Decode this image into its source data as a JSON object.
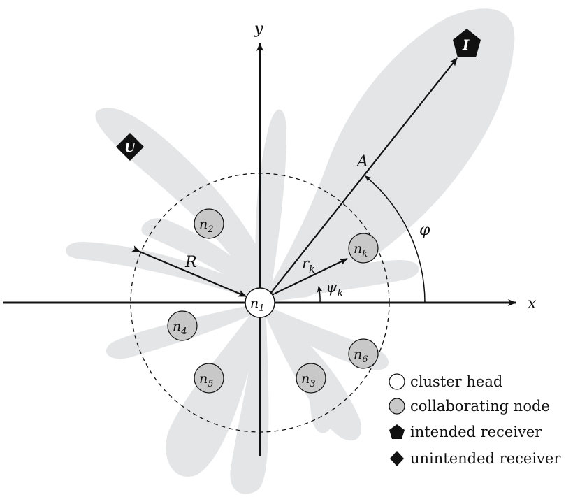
{
  "axes": {
    "x_label": "x",
    "y_label": "y"
  },
  "labels": {
    "radius": "R",
    "distance_to_receiver": "A",
    "angle_receiver": "φ",
    "node_radius_base": "r",
    "node_radius_sub": "k",
    "node_angle_base": "ψ",
    "node_angle_sub": "k"
  },
  "receivers": {
    "intended_glyph": "I",
    "unintended_glyph": "U"
  },
  "nodes": [
    {
      "id": "n1",
      "base": "n",
      "sub": "1",
      "kind": "cluster head"
    },
    {
      "id": "n2",
      "base": "n",
      "sub": "2",
      "kind": "collaborating node"
    },
    {
      "id": "n3",
      "base": "n",
      "sub": "3",
      "kind": "collaborating node"
    },
    {
      "id": "n4",
      "base": "n",
      "sub": "4",
      "kind": "collaborating node"
    },
    {
      "id": "n5",
      "base": "n",
      "sub": "5",
      "kind": "collaborating node"
    },
    {
      "id": "n6",
      "base": "n",
      "sub": "6",
      "kind": "collaborating node"
    },
    {
      "id": "nk",
      "base": "n",
      "sub": "k",
      "kind": "collaborating node"
    }
  ],
  "legend": [
    {
      "label": "cluster head",
      "icon": "circle-white-icon"
    },
    {
      "label": "collaborating node",
      "icon": "circle-gray-icon"
    },
    {
      "label": "intended receiver",
      "icon": "pentagon-icon"
    },
    {
      "label": "unintended receiver",
      "icon": "diamond-icon"
    }
  ],
  "colors": {
    "beam": "#e4e5e6",
    "node_fill": "#c8c8c8",
    "head_fill": "#ffffff",
    "ink": "#111111"
  }
}
